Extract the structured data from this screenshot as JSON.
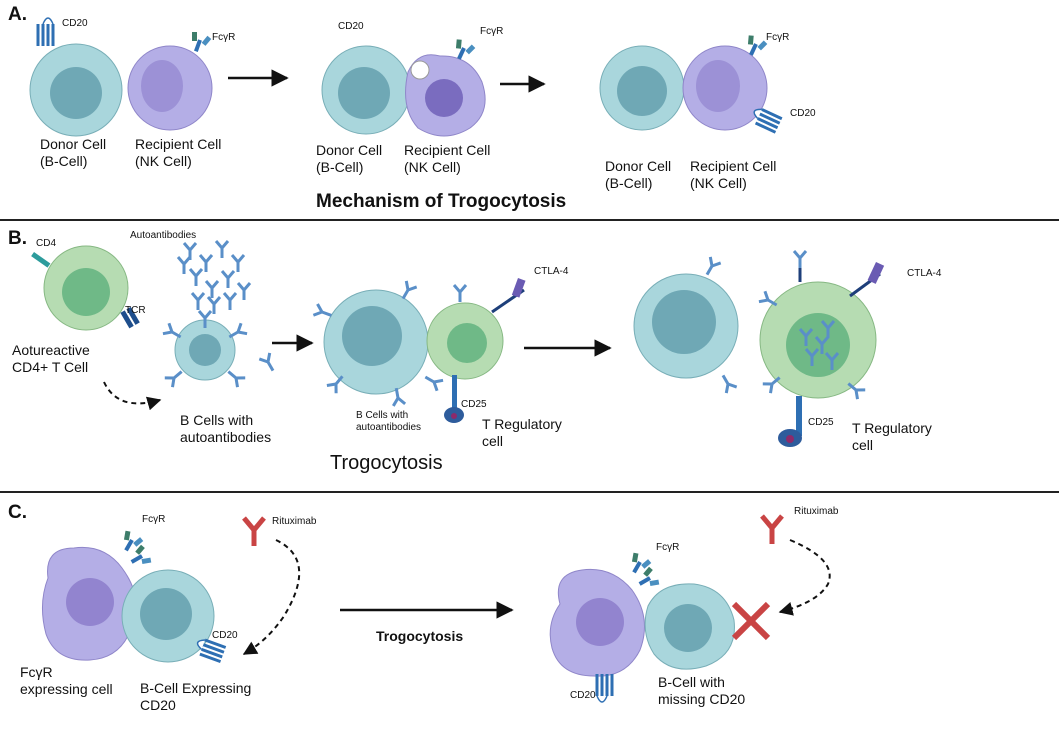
{
  "panel_a": {
    "label": "A.",
    "title": "Mechanism of Trogocytosis",
    "cd20": "CD20",
    "fcgr": "FcγR",
    "donor": "Donor Cell\n(B-Cell)",
    "recipient": "Recipient Cell\n(NK Cell)"
  },
  "panel_b": {
    "label": "B.",
    "cd4": "CD4",
    "tcr": "TCR",
    "autoantibodies": "Autoantibodies",
    "autoreactive": "Aotureactive\nCD4+ T Cell",
    "b_cells": "B Cells with\nautoantibodies",
    "b_cells_small": "B Cells with\nautoantibodies",
    "ctla4": "CTLA-4",
    "cd25": "CD25",
    "treg": "T Regulatory\ncell",
    "trogocytosis": "Trogocytosis"
  },
  "panel_c": {
    "label": "C.",
    "fcgr": "FcγR",
    "rituximab": "Rituximab",
    "cd20": "CD20",
    "fcgr_cell": "FcγR\nexpressing cell",
    "b_cell_expr": "B-Cell Expressing\nCD20",
    "trogocytosis": "Trogocytosis",
    "b_cell_missing": "B-Cell with\nmissing CD20"
  },
  "colors": {
    "b_cell_fill": "#a9d6dc",
    "b_cell_nucleus": "#6fa8b5",
    "nk_fill": "#b4aee6",
    "nk_nucleus": "#9284cf",
    "t_cell_fill": "#b6dcb2",
    "t_cell_nucleus": "#6fb987",
    "receptor_blue": "#2e6fb3",
    "rituximab_red": "#c94444",
    "divider": "#222222"
  }
}
